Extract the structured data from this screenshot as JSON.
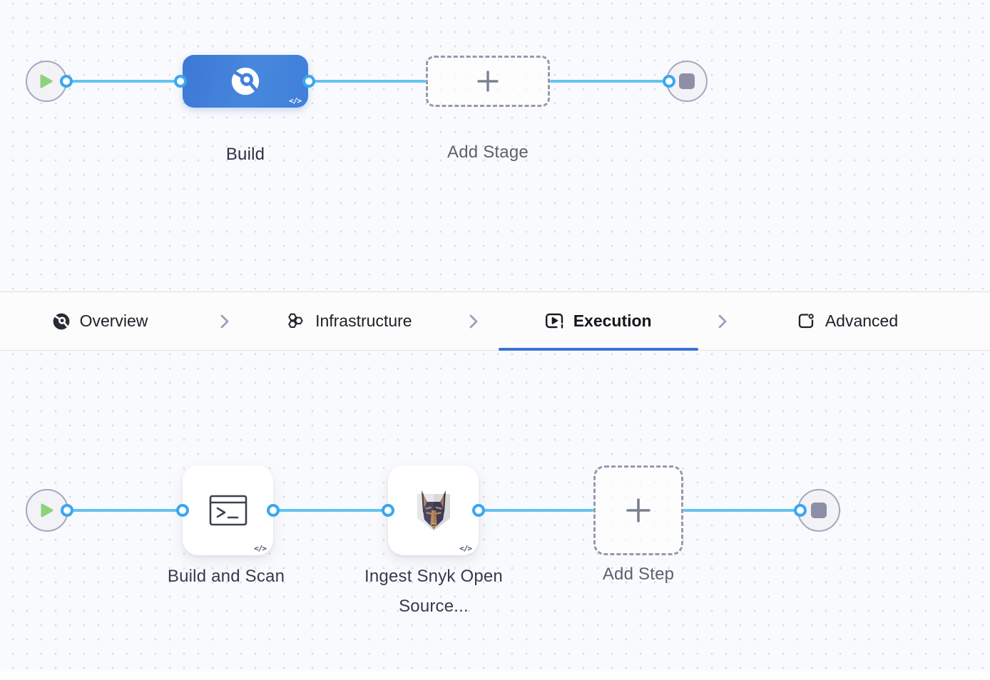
{
  "stage_canvas": {
    "stage_label": "Build",
    "add_stage_label": "Add Stage",
    "code_badge": "</>"
  },
  "tabbar": {
    "tabs": [
      {
        "label": "Overview",
        "icon": "ci-overview-icon",
        "active": false
      },
      {
        "label": "Infrastructure",
        "icon": "infrastructure-icon",
        "active": false
      },
      {
        "label": "Execution",
        "icon": "execution-icon",
        "active": true
      },
      {
        "label": "Advanced",
        "icon": "advanced-icon",
        "active": false
      }
    ],
    "active_tab": "Execution"
  },
  "step_canvas": {
    "steps": [
      {
        "label": "Build and Scan",
        "icon": "terminal-icon"
      },
      {
        "label": "Ingest Snyk Open Source...",
        "icon": "snyk-doberman-icon"
      }
    ],
    "add_step_label": "Add Step",
    "code_badge": "</>"
  },
  "icons": {
    "plus": "+",
    "play": "triangle-right",
    "stop": "square",
    "chevron": ">"
  },
  "colors": {
    "connector_line": "#63c4f1",
    "connector_dot_ring": "#3aa7f2",
    "stage_blue": "#4282da",
    "active_tab_underline": "#3b72cf",
    "play_green": "#8cd37a",
    "end_square_gray": "#8c8fa5",
    "canvas_bg": "#f9fafd",
    "dot_grid": "#d8dae3"
  }
}
